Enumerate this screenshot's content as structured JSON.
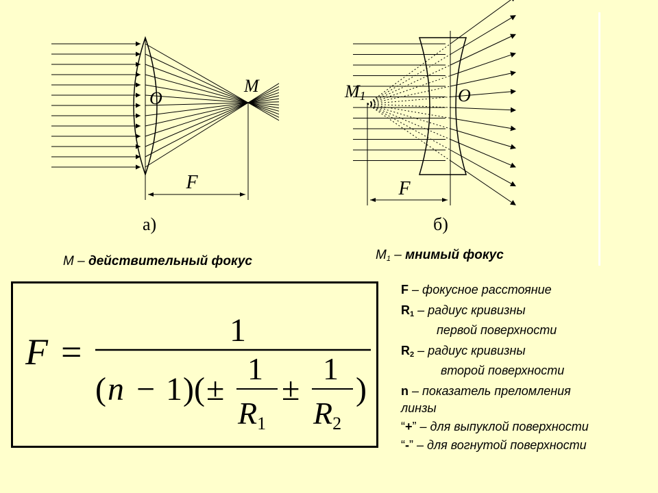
{
  "diagram": {
    "label_a": "а)",
    "label_b": "б)",
    "point_m": "M",
    "point_m1": "M",
    "point_m1_sub": "1",
    "center_o": "O",
    "focal_length": "F"
  },
  "captions": {
    "real_focus_letter": "M",
    "real_focus_text": "действительный фокус",
    "virtual_focus_letter": "M",
    "virtual_focus_sub": "1",
    "virtual_focus_text": "мнимый фокус",
    "dash": "–"
  },
  "formula": {
    "lhs": "F",
    "eq": "=",
    "numerator": "1",
    "n": "n",
    "minus": "−",
    "one": "1",
    "open_paren": "(",
    "close_paren": ")",
    "pm": "±",
    "frac_num": "1",
    "r": "R",
    "r1_sub": "1",
    "r2_sub": "2"
  },
  "legend": {
    "f_sym": "F",
    "f_text": "– фокусное расстояние",
    "r1_sym": "R",
    "r1_sub": "1",
    "r1_text": "– радиус кривизны",
    "r1_cont": "первой поверхности",
    "r2_sym": "R",
    "r2_sub": "2",
    "r2_text": "– радиус кривизны",
    "r2_cont": "второй поверхности",
    "n_sym": "n",
    "n_text": "– показатель преломления",
    "n_cont": "линзы",
    "plus_q1": "“",
    "plus_sym": "+",
    "plus_q2": "”",
    "plus_text": "– для выпуклой поверхности",
    "minus_q1": "“",
    "minus_sym": "-",
    "minus_q2": "”",
    "minus_text": "– для вогнутой поверхности"
  }
}
